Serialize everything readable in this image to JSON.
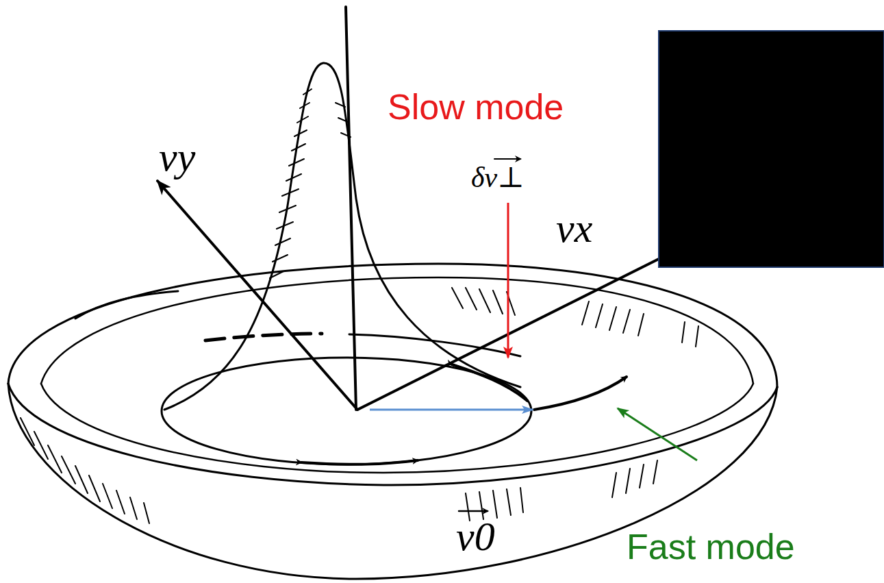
{
  "diagram": {
    "labels": [
      "Slow mode",
      "δv⊥",
      "vx",
      "vy",
      "v0",
      "Fast mode"
    ]
  }
}
